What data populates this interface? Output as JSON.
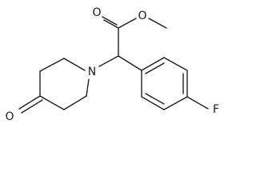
{
  "molecule": {
    "atoms": {
      "ester_carbonyl_oxygen": "O",
      "ester_ether_oxygen": "O",
      "piperidine_nitrogen": "N",
      "ketone_oxygen": "O",
      "fluorine": "F"
    }
  }
}
